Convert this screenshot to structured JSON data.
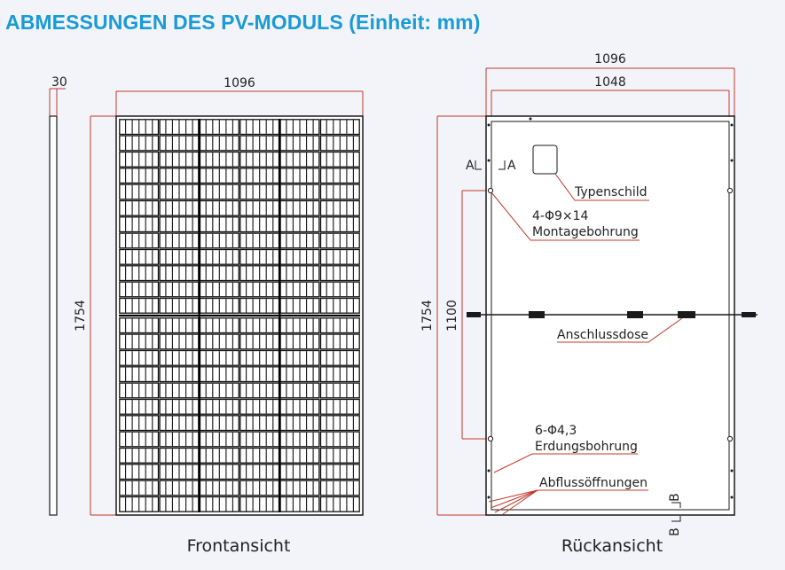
{
  "title": "ABMESSUNGEN DES PV-MODULS (Einheit: mm)",
  "colors": {
    "title": "#1a9bd7",
    "dimension_line": "#c0392b",
    "outline": "#1a1a1a",
    "background": "#f2f4f9"
  },
  "front": {
    "thickness": "30",
    "width": "1096",
    "height": "1754",
    "caption": "Frontansicht"
  },
  "back": {
    "width_outer": "1096",
    "width_inner": "1048",
    "height": "1754",
    "hole_spacing": "1100",
    "section_a_left": "A",
    "section_a_right": "A",
    "section_b_top": "B",
    "section_b_bottom": "B",
    "labels": {
      "typenschild": "Typenschild",
      "mount_count": "4-Φ9×14",
      "mount_name": "Montagebohrung",
      "junction": "Anschlussdose",
      "ground_count": "6-Φ4,3",
      "ground_name": "Erdungsbohrung",
      "drain": "Abflussöffnungen"
    },
    "caption": "Rückansicht"
  }
}
